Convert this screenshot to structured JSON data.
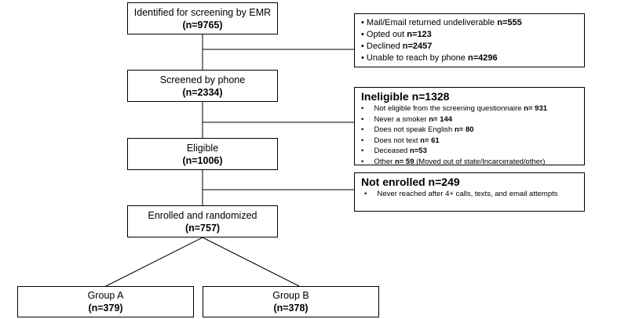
{
  "flow": {
    "identified": {
      "title": "Identified for screening by EMR",
      "count": "(n=9765)"
    },
    "exclusions_initial": {
      "items": [
        {
          "text": "Mail/Email returned undeliverable ",
          "count": "n=555"
        },
        {
          "text": "Opted out ",
          "count": "n=123"
        },
        {
          "text": "Declined ",
          "count": "n=2457"
        },
        {
          "text": "Unable to reach by phone ",
          "count": "n=4296"
        }
      ]
    },
    "screened": {
      "title": "Screened by phone",
      "count": "(n=2334)"
    },
    "ineligible": {
      "header": "Ineligible n=1328",
      "items": [
        {
          "text": "Not eligible from the screening questionnaire ",
          "count": "n= 931",
          "suffix": ""
        },
        {
          "text": "Never a smoker ",
          "count": "n= 144",
          "suffix": ""
        },
        {
          "text": "Does not speak English ",
          "count": "n= 80",
          "suffix": ""
        },
        {
          "text": "Does not text ",
          "count": "n= 61",
          "suffix": ""
        },
        {
          "text": "Deceased ",
          "count": "n=53",
          "suffix": ""
        },
        {
          "text": "Other ",
          "count": "n= 59",
          "suffix": " (Moved out of state/Incarcerated/other)"
        }
      ]
    },
    "eligible": {
      "title": "Eligible",
      "count": "(n=1006)"
    },
    "not_enrolled": {
      "header": "Not enrolled n=249",
      "items": [
        {
          "text": "Never reached after 4+ calls, texts, and email attempts"
        }
      ]
    },
    "enrolled": {
      "title": "Enrolled and randomized",
      "count": "(n=757)"
    },
    "group_a": {
      "title": "Group A",
      "count": "(n=379)"
    },
    "group_b": {
      "title": "Group B",
      "count": "(n=378)"
    }
  }
}
